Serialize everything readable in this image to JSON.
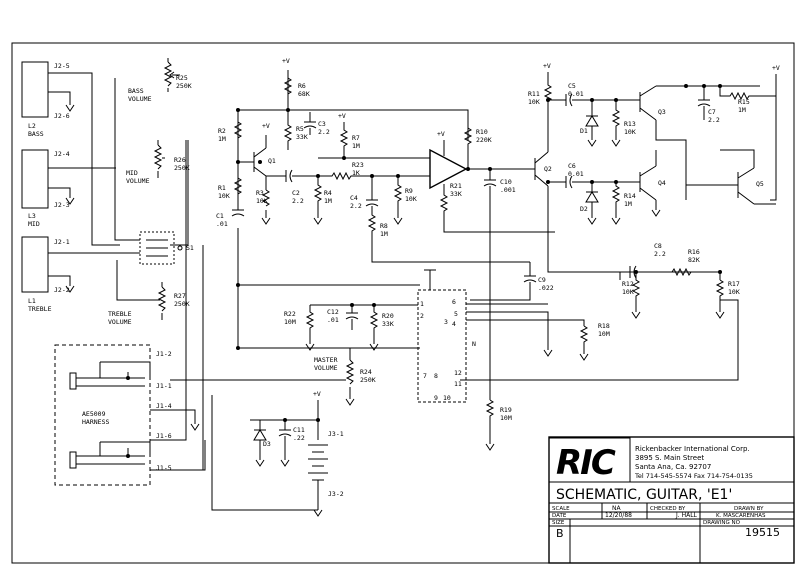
{
  "pickups": [
    {
      "name": "L2",
      "sub": "BASS",
      "pins": [
        "J2-5",
        "J2-6"
      ]
    },
    {
      "name": "L3",
      "sub": "MID",
      "pins": [
        "J2-4",
        "J2-3"
      ]
    },
    {
      "name": "L1",
      "sub": "TREBLE",
      "pins": [
        "J2-1",
        "J2-2"
      ]
    }
  ],
  "pots": {
    "bass": {
      "ref": "R25",
      "value": "250K",
      "name": "BASS",
      "name2": "VOLUME"
    },
    "mid": {
      "ref": "R26",
      "value": "250K",
      "name": "MID",
      "name2": "VOLUME"
    },
    "treble": {
      "ref": "R27",
      "value": "250K",
      "name": "TREBLE",
      "name2": "VOLUME"
    },
    "master": {
      "ref": "R24",
      "value": "250K",
      "name": "MASTER",
      "name2": "VOLUME"
    }
  },
  "switch_s1": "S1",
  "harness": {
    "name": "AE5009",
    "name2": "HARNESS",
    "pins": [
      "J1-2",
      "J1-1",
      "J1-4",
      "J1-6",
      "J1-5"
    ]
  },
  "supply": "+V",
  "battery": {
    "j_top": "J3-1",
    "j_bot": "J3-2"
  },
  "resistors": [
    {
      "ref": "R1",
      "val": "10K"
    },
    {
      "ref": "R2",
      "val": "1M"
    },
    {
      "ref": "R3",
      "val": "10K"
    },
    {
      "ref": "R4",
      "val": "1M"
    },
    {
      "ref": "R5",
      "val": "33K"
    },
    {
      "ref": "R6",
      "val": "68K"
    },
    {
      "ref": "R7",
      "val": "1M"
    },
    {
      "ref": "R8",
      "val": "1M"
    },
    {
      "ref": "R9",
      "val": "10K"
    },
    {
      "ref": "R10",
      "val": "220K"
    },
    {
      "ref": "R11",
      "val": "10K"
    },
    {
      "ref": "R12",
      "val": "10K"
    },
    {
      "ref": "R13",
      "val": "10K"
    },
    {
      "ref": "R14",
      "val": "1M"
    },
    {
      "ref": "R15",
      "val": "1M"
    },
    {
      "ref": "R16",
      "val": "82K"
    },
    {
      "ref": "R17",
      "val": "10K"
    },
    {
      "ref": "R18",
      "val": "10M"
    },
    {
      "ref": "R19",
      "val": "10M"
    },
    {
      "ref": "R20",
      "val": "33K"
    },
    {
      "ref": "R21",
      "val": "33K"
    },
    {
      "ref": "R22",
      "val": "10M"
    },
    {
      "ref": "R23",
      "val": "1K"
    }
  ],
  "capacitors": [
    {
      "ref": "C1",
      "val": ".01"
    },
    {
      "ref": "C2",
      "val": "2.2"
    },
    {
      "ref": "C3",
      "val": "2.2"
    },
    {
      "ref": "C4",
      "val": "2.2"
    },
    {
      "ref": "C5",
      "val": "0.01"
    },
    {
      "ref": "C6",
      "val": "0.01"
    },
    {
      "ref": "C7",
      "val": "2.2"
    },
    {
      "ref": "C8",
      "val": "2.2"
    },
    {
      "ref": "C9",
      "val": ".022"
    },
    {
      "ref": "C10",
      "val": ".001"
    },
    {
      "ref": "C11",
      "val": ".22"
    },
    {
      "ref": "C12",
      "val": ".01"
    }
  ],
  "transistors": [
    "Q1",
    "Q2",
    "Q3",
    "Q4",
    "Q5"
  ],
  "diodes": [
    "D1",
    "D2",
    "D3"
  ],
  "switch_pins": [
    "1",
    "2",
    "3",
    "4",
    "5",
    "6",
    "7",
    "8",
    "9",
    "10",
    "11",
    "12"
  ],
  "switch_n": "N",
  "title_block": {
    "logo": "RIC",
    "company": "Rickenbacker International Corp.",
    "address": "3895 S. Main Street",
    "city": "Santa Ana, Ca. 92707",
    "phone": "Tel 714-545-5574  Fax 714-754-0135",
    "title": "SCHEMATIC, GUITAR, 'E1'",
    "scale_label": "SCALE",
    "scale": "NA",
    "checked_label": "CHECKED BY",
    "checked": "J. HALL",
    "drawn_label": "DRAWN BY",
    "drawn": "K. MASCARENHAS",
    "date_label": "DATE",
    "date": "12/20/88",
    "size_label": "SIZE",
    "size": "B",
    "drawing_label": "DRAWING NO",
    "drawing": "19515"
  }
}
